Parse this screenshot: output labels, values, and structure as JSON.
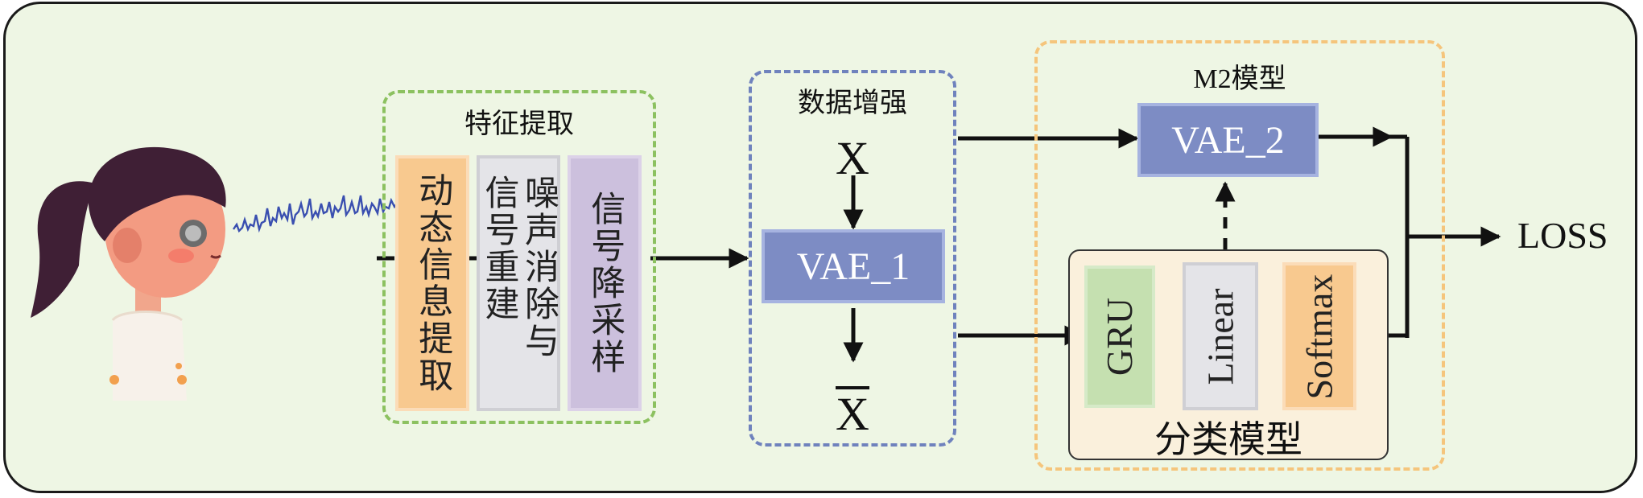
{
  "feature_extraction": {
    "title": "特征提取",
    "steps": [
      "动态信息提取",
      "噪声消除与信号重建",
      "信号降采样"
    ]
  },
  "data_augmentation": {
    "title": "数据增强",
    "input_symbol": "X",
    "vae": "VAE_1",
    "output_symbol": "X"
  },
  "m2_model": {
    "title": "M2模型",
    "vae": "VAE_2",
    "classifier": {
      "title": "分类模型",
      "layers": [
        "GRU",
        "Linear",
        "Softmax"
      ]
    }
  },
  "output": "LOSS",
  "colors": {
    "background": "#eef6e4",
    "feature_border": "#8cc160",
    "augment_border": "#6f82bd",
    "m2_border": "#f5c57c",
    "vae_fill": "#7d8cc4",
    "step1_fill": "#f8c98f",
    "step2_fill": "#e4e4e8",
    "step3_fill": "#ccc0dd",
    "gru_fill": "#c5e0b0",
    "linear_fill": "#e4e4e8",
    "softmax_fill": "#f8c98f",
    "wave": "#3a4fb0"
  }
}
